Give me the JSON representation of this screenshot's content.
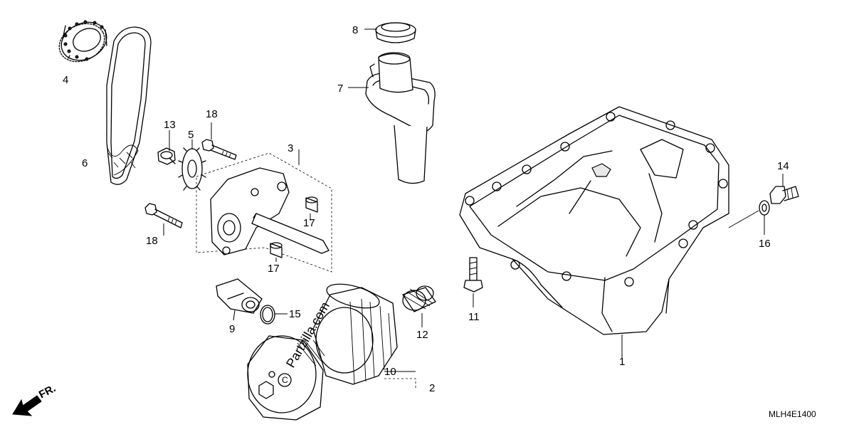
{
  "callouts": {
    "c1": "1",
    "c2": "2",
    "c3": "3",
    "c4": "4",
    "c5": "5",
    "c6": "6",
    "c7": "7",
    "c8": "8",
    "c9": "9",
    "c10": "10",
    "c11": "11",
    "c12": "12",
    "c13": "13",
    "c14": "14",
    "c15": "15",
    "c16": "16",
    "c17a": "17",
    "c17b": "17",
    "c18a": "18",
    "c18b": "18"
  },
  "diagram_code": "MLH4E1400",
  "direction_label": "FR.",
  "watermark": "Partzilla.com",
  "copyright_mark": "C"
}
